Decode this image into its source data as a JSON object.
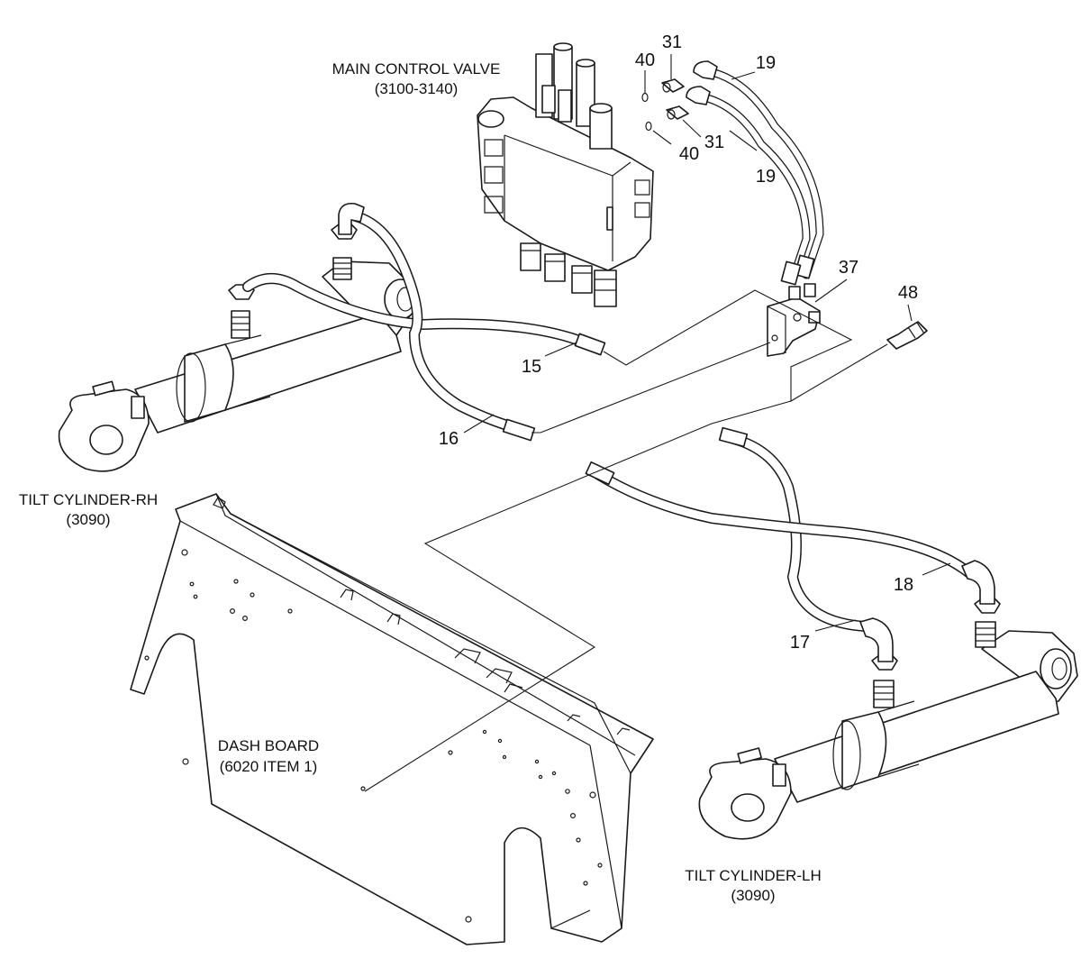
{
  "labels": {
    "main_control_valve": {
      "name": "MAIN CONTROL VALVE",
      "ref": "(3100-3140)"
    },
    "tilt_cylinder_rh": {
      "name": "TILT CYLINDER-RH",
      "ref": "(3090)"
    },
    "tilt_cylinder_lh": {
      "name": "TILT CYLINDER-LH",
      "ref": "(3090)"
    },
    "dash_board": {
      "name": "DASH BOARD",
      "ref": "(6020 ITEM 1)"
    }
  },
  "callouts": {
    "c15": "15",
    "c16": "16",
    "c17": "17",
    "c18": "18",
    "c19a": "19",
    "c19b": "19",
    "c31a": "31",
    "c31b": "31",
    "c37": "37",
    "c40a": "40",
    "c40b": "40",
    "c48": "48"
  },
  "colors": {
    "line": "#1a1a1a",
    "background": "#ffffff"
  }
}
